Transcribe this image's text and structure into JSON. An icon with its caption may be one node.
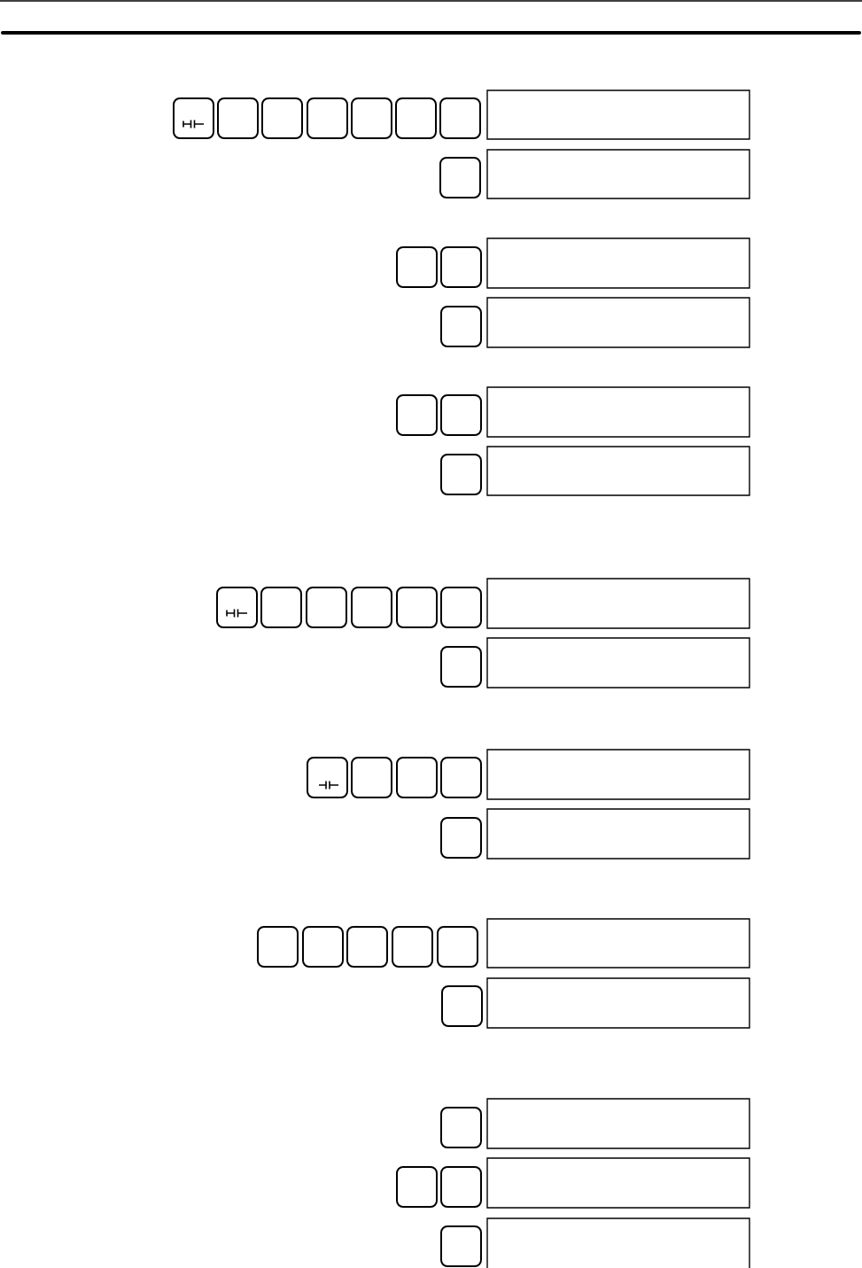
{
  "diagram": {
    "nodes": [
      {
        "text": [],
        "shape": "key"
      },
      {
        "text": [],
        "shape": "key"
      },
      {
        "text": [],
        "shape": "key"
      },
      {
        "text": [],
        "shape": "key"
      },
      {
        "text": [],
        "shape": "key"
      },
      {
        "text": [],
        "shape": "key"
      },
      {
        "text": [],
        "shape": "key"
      },
      {
        "text": [],
        "shape": "box"
      },
      {
        "text": [],
        "shape": "key"
      },
      {
        "text": [],
        "shape": "box"
      },
      {
        "text": [],
        "shape": "key"
      },
      {
        "text": [],
        "shape": "key"
      },
      {
        "text": [],
        "shape": "box"
      },
      {
        "text": [],
        "shape": "key"
      },
      {
        "text": [],
        "shape": "box"
      },
      {
        "text": [],
        "shape": "key"
      },
      {
        "text": [],
        "shape": "key"
      },
      {
        "text": [],
        "shape": "box"
      },
      {
        "text": [],
        "shape": "key"
      },
      {
        "text": [],
        "shape": "box"
      },
      {
        "text": [],
        "shape": "key"
      },
      {
        "text": [],
        "shape": "key"
      },
      {
        "text": [],
        "shape": "key"
      },
      {
        "text": [],
        "shape": "key"
      },
      {
        "text": [],
        "shape": "key"
      },
      {
        "text": [],
        "shape": "key"
      },
      {
        "text": [],
        "shape": "box"
      },
      {
        "text": [],
        "shape": "key"
      },
      {
        "text": [],
        "shape": "box"
      },
      {
        "text": [],
        "shape": "key"
      },
      {
        "text": [],
        "shape": "key"
      },
      {
        "text": [],
        "shape": "key"
      },
      {
        "text": [],
        "shape": "key"
      },
      {
        "text": [],
        "shape": "box"
      },
      {
        "text": [],
        "shape": "key"
      },
      {
        "text": [],
        "shape": "box"
      },
      {
        "text": [],
        "shape": "key"
      },
      {
        "text": [],
        "shape": "key"
      },
      {
        "text": [],
        "shape": "key"
      },
      {
        "text": [],
        "shape": "key"
      },
      {
        "text": [],
        "shape": "key"
      },
      {
        "text": [],
        "shape": "box"
      },
      {
        "text": [],
        "shape": "key"
      },
      {
        "text": [],
        "shape": "box"
      },
      {
        "text": [],
        "shape": "key"
      },
      {
        "text": [],
        "shape": "box"
      },
      {
        "text": [],
        "shape": "key"
      },
      {
        "text": [],
        "shape": "key"
      },
      {
        "text": [],
        "shape": "box"
      },
      {
        "text": [],
        "shape": "key"
      },
      {
        "text": [],
        "shape": "box"
      }
    ]
  }
}
